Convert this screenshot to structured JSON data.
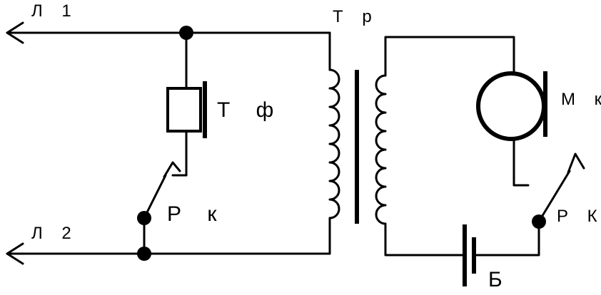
{
  "labels": {
    "line1": "Л 1",
    "line2": "Л 2",
    "transformer": "Т р",
    "telephone": "Т ф",
    "microphone": "М к",
    "switch_left": "Р к",
    "switch_right": "Р К",
    "battery": "Б"
  },
  "colors": {
    "ink": "#000000",
    "background": "#ffffff"
  }
}
